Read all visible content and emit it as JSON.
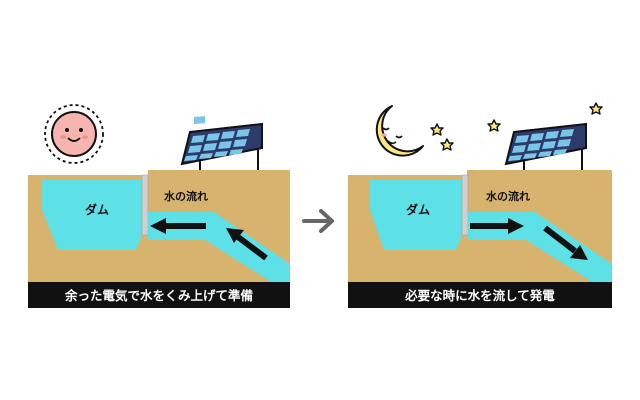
{
  "left_panel": {
    "dam_label": "ダム",
    "flow_label": "水の流れ",
    "caption": "余った電気で水をくみ上げて準備",
    "sky_icon": "sun-icon",
    "flow_direction": "uphill"
  },
  "transition_icon": "right-arrow-icon",
  "right_panel": {
    "dam_label": "ダム",
    "flow_label": "水の流れ",
    "caption": "必要な時に水を流して発電",
    "sky_icon": "crescent-moon-icon",
    "flow_direction": "downhill"
  },
  "colors": {
    "ground": "#D7B36E",
    "water": "#5DE0E6",
    "outline": "#111111",
    "caption_bg": "#111111",
    "caption_text": "#FFFFFF",
    "sun": "#F7B5B0",
    "moon": "#FFE880",
    "solar_panel": "#2D3B6A",
    "solar_cell": "#7BC5E8",
    "arrow_gray": "#666666"
  }
}
